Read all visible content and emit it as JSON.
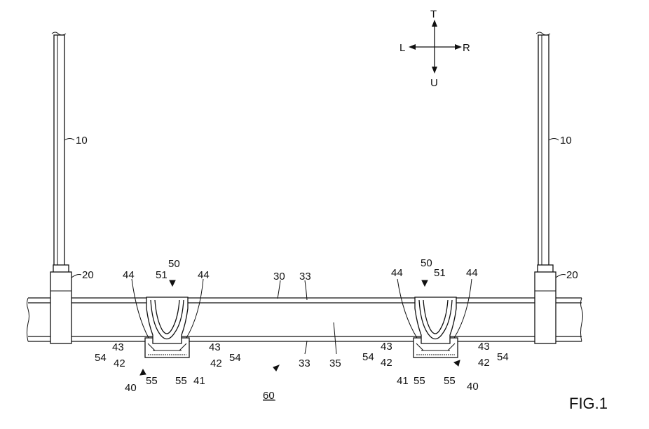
{
  "compass": {
    "top": "T",
    "left": "L",
    "right": "R",
    "bottom": "U"
  },
  "figure_label": "FIG.1",
  "assembly_label": "60",
  "labels": {
    "post_left": "10",
    "post_right": "10",
    "clamp_left": "20",
    "clamp_right": "20",
    "rail": "30",
    "rail_top_edge": "33",
    "rail_bottom_edge": "33",
    "rail_body": "35",
    "left": {
      "bracket": "50",
      "bracket_body": "51",
      "arm_l": "44",
      "arm_r": "44",
      "lip_l": "43",
      "lip_r": "43",
      "seal_l": "54",
      "seal_r": "54",
      "wall_l": "42",
      "wall_r": "42",
      "holder": "40",
      "foot_l": "55",
      "foot_r": "55",
      "base": "41"
    },
    "right": {
      "bracket": "50",
      "bracket_body": "51",
      "arm_l": "44",
      "arm_r": "44",
      "lip_l": "43",
      "lip_r": "43",
      "seal_l": "54",
      "seal_r": "54",
      "wall_l": "42",
      "wall_r": "42",
      "holder": "40",
      "foot_l": "55",
      "foot_r": "55",
      "base": "41"
    }
  }
}
